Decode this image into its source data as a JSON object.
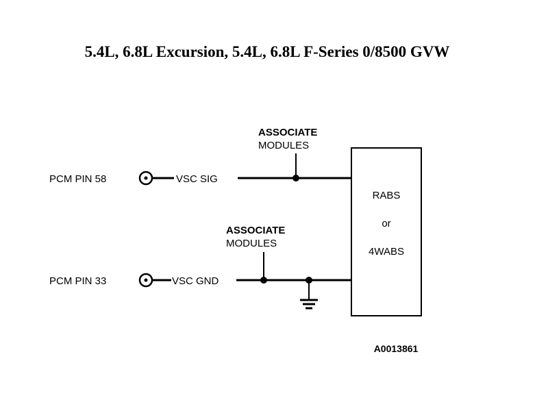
{
  "title": "5.4L, 6.8L Excursion, 5.4L, 6.8L F-Series 0/8500 GVW",
  "circuits": [
    {
      "pin_label": "PCM PIN 58",
      "signal_label": "VSC SIG",
      "associate_top": "ASSOCIATE",
      "associate_bottom": "MODULES"
    },
    {
      "pin_label": "PCM PIN 33",
      "signal_label": "VSC GND",
      "associate_top": "ASSOCIATE",
      "associate_bottom": "MODULES"
    }
  ],
  "module_box": {
    "line1": "RABS",
    "line2": "or",
    "line3": "4WABS"
  },
  "reference_code": "A0013861"
}
